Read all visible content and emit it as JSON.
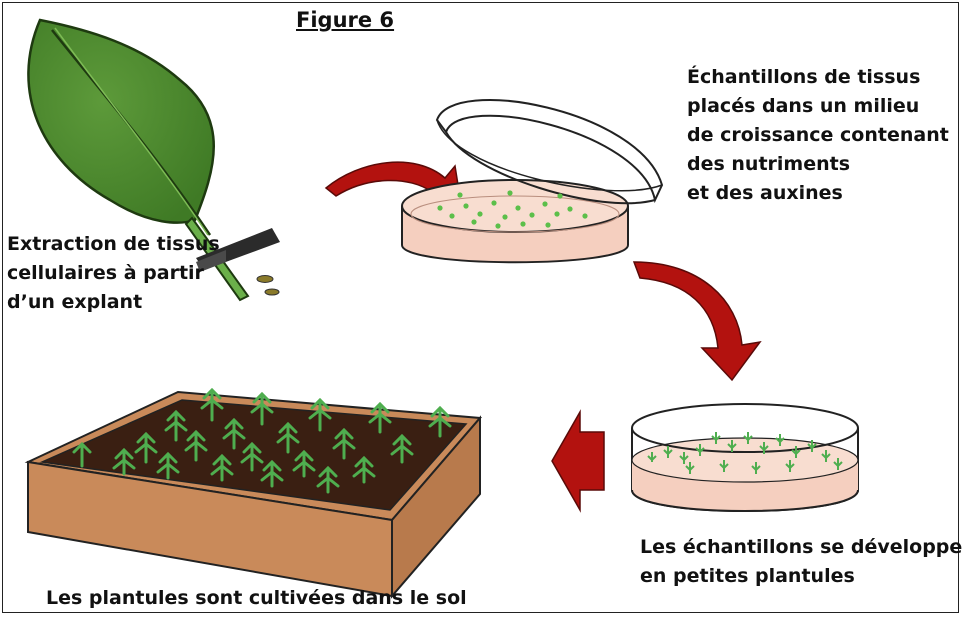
{
  "figure_title": "Figure 6",
  "labels": {
    "explant": [
      "Extraction de tissus",
      "cellulaires à partir",
      "d’un explant"
    ],
    "petri": [
      "Échantillons de tissus",
      "placés dans un milieu",
      "de croissance contenant",
      "des nutriments",
      "et des auxines"
    ],
    "develop": [
      "Les échantillons se développent",
      "en petites plantules"
    ],
    "soil": [
      "Les plantules sont cultivées dans le sol"
    ]
  },
  "colors": {
    "leaf": "#4e8a2e",
    "leaf_outline": "#1e3a10",
    "stem": "#6bb04a",
    "knife": "#2b2b2b",
    "arrow": "#b3120f",
    "medium": "#f5cfbf",
    "dots": "#5cbf4a",
    "soil": "#3a1f12",
    "box": "#c98a5a",
    "seedling": "#4fae4f"
  }
}
